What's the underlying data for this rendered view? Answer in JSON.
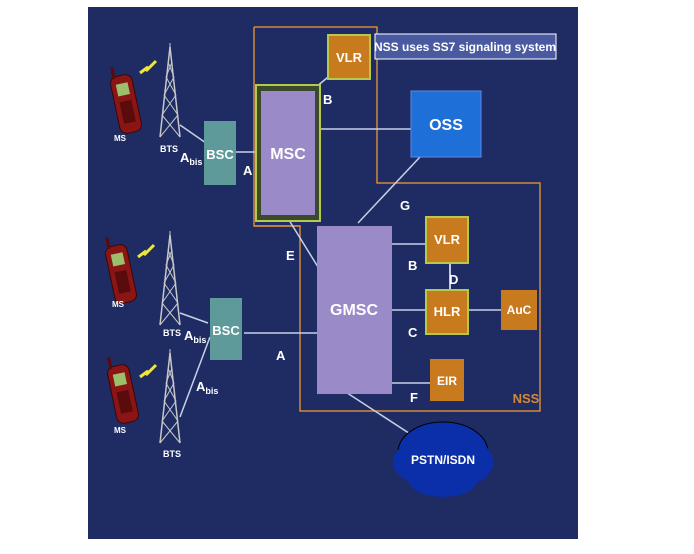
{
  "banner": "NSS uses SS7 signaling system",
  "nodes": {
    "msc": "MSC",
    "gmsc": "GMSC",
    "oss": "OSS",
    "vlr_top": "VLR",
    "vlr": "VLR",
    "hlr": "HLR",
    "auc": "AuC",
    "eir": "EIR",
    "bsc1": "BSC",
    "bsc2": "BSC",
    "pstn": "PSTN/ISDN",
    "nss": "NSS"
  },
  "devices": {
    "ms": "MS",
    "bts": "BTS",
    "abis_main": "A",
    "abis_sub": "bis"
  },
  "interfaces": {
    "a": "A",
    "b": "B",
    "c": "C",
    "d": "D",
    "e": "E",
    "f": "F",
    "g": "G"
  },
  "colors": {
    "background": "#1f2c63",
    "msc": "#9a8ac8",
    "orange_box": "#c77a1e",
    "oss": "#1e6fd8",
    "bsc": "#5f9a9a",
    "pstn": "#0a2fa8",
    "region": "#d4893a",
    "green_border": "#b5c94a"
  }
}
